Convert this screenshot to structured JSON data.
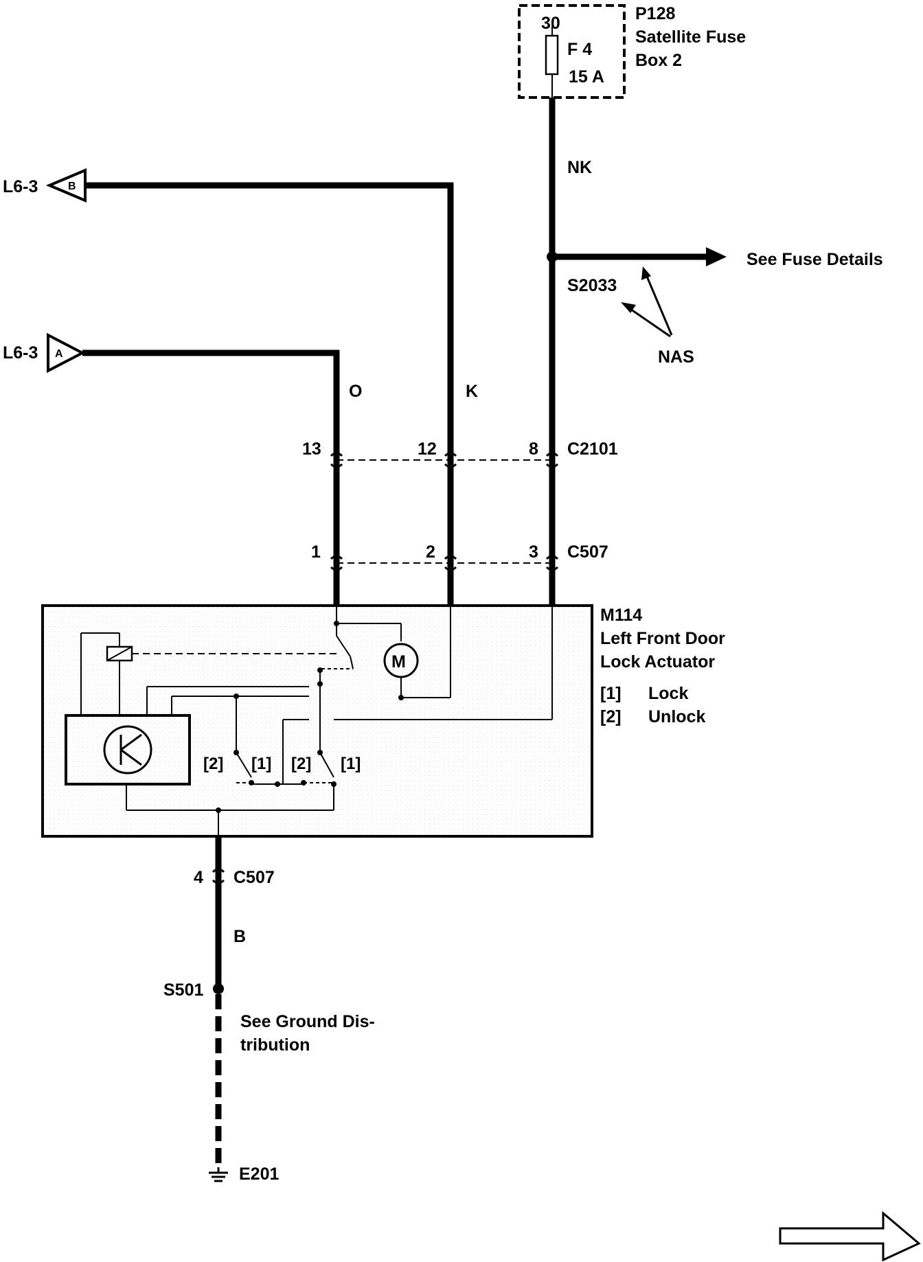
{
  "fuse_box": {
    "id": "P128",
    "name_line1": "Satellite Fuse",
    "name_line2": "Box 2",
    "terminal": "30",
    "fuse_id": "F 4",
    "rating": "15 A"
  },
  "wires": {
    "nk": "NK",
    "o": "O",
    "k": "K",
    "b": "B"
  },
  "splices": {
    "s2033": "S2033",
    "s501": "S501"
  },
  "fuse_details_link": "See Fuse Details",
  "nas": "NAS",
  "offpage": [
    {
      "ref": "L6-3",
      "letter": "B"
    },
    {
      "ref": "L6-3",
      "letter": "A"
    }
  ],
  "connectors": {
    "c2101": {
      "name": "C2101",
      "pins": [
        "13",
        "12",
        "8"
      ]
    },
    "c507_top": {
      "name": "C507",
      "pins": [
        "1",
        "2",
        "3"
      ]
    },
    "c507_bottom": {
      "name": "C507",
      "pin": "4"
    }
  },
  "component": {
    "id": "M114",
    "name_line1": "Left Front Door",
    "name_line2": "Lock Actuator",
    "legend": [
      {
        "key": "[1]",
        "value": "Lock"
      },
      {
        "key": "[2]",
        "value": "Unlock"
      }
    ],
    "motor": "M",
    "switch_labels": [
      "[2]",
      "[1]",
      "[2]",
      "[1]"
    ]
  },
  "ground_note_line1": "See Ground Dis-",
  "ground_note_line2": "tribution",
  "ground": "E201"
}
